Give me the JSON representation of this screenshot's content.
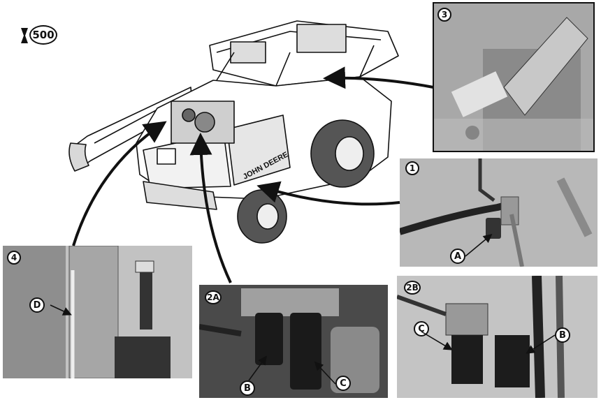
{
  "service_interval": {
    "value": "500"
  },
  "panels": {
    "p3": {
      "tag": "3"
    },
    "p1": {
      "tag": "1",
      "callouts": [
        "A"
      ]
    },
    "p4": {
      "tag": "4",
      "callouts": [
        "D"
      ]
    },
    "p2a": {
      "tag": "2A",
      "callouts": [
        "B",
        "C"
      ]
    },
    "p2b": {
      "tag": "2B",
      "callouts": [
        "C",
        "B"
      ]
    }
  },
  "machine": {
    "brand_text": "JOHN DEERE"
  }
}
